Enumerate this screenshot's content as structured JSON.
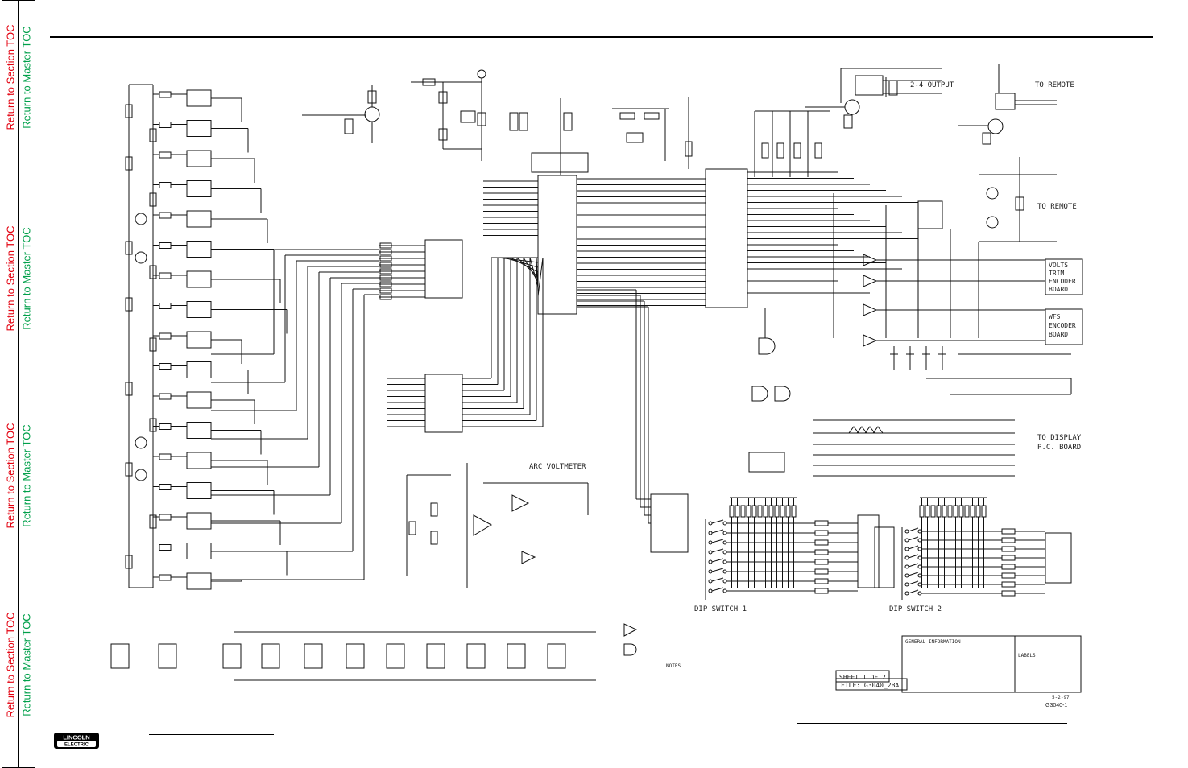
{
  "sidebar": {
    "section_toc": "Return to Section TOC",
    "master_toc": "Return to Master TOC"
  },
  "brand": {
    "logo_text_1": "LINCOLN",
    "logo_text_2": "ELECTRIC"
  },
  "labels": {
    "two_four_output": "2-4 OUTPUT",
    "to_remote_1": "TO REMOTE",
    "to_remote_2": "TO REMOTE",
    "volts_trim_board": [
      "VOLTS",
      "TRIM",
      "ENCODER",
      "BOARD"
    ],
    "wfs_board": [
      "WFS",
      "ENCODER",
      "BOARD"
    ],
    "to_display": "TO DISPLAY",
    "pc_board": "P.C. BOARD",
    "arc_voltmeter": "ARC VOLTMETER",
    "dip_switch_1": "DIP SWITCH 1",
    "dip_switch_2": "DIP SWITCH 2",
    "sheet": "SHEET 1 OF 2",
    "file": "FILE: G3040_2BA",
    "general_information": "GENERAL INFORMATION",
    "labels_title": "LABELS",
    "notes": "NOTES :",
    "date": "5-2-97",
    "drawing_number": "G3040-1"
  },
  "colors": {
    "red": "#e3000f",
    "green": "#00a04a"
  }
}
